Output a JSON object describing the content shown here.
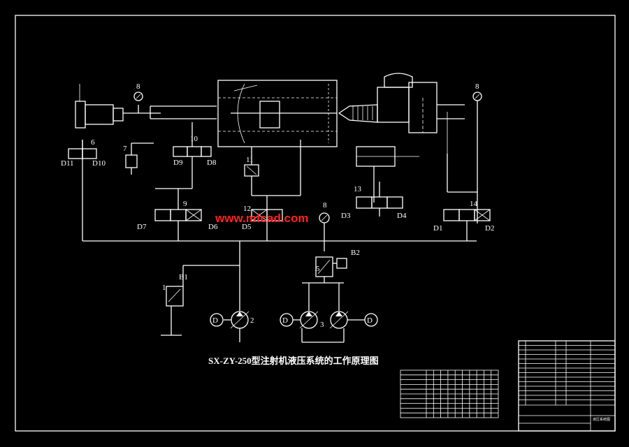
{
  "diagram": {
    "title": "SX-ZY-250型注射机液压系统的工作原理图",
    "watermark": "www.mfcad.com",
    "components": {
      "c1": "1",
      "c2": "2",
      "c3": "3",
      "c5": "5",
      "c6": "6",
      "c7": "7",
      "c8a": "8",
      "c8b": "8",
      "c8c": "8",
      "c9": "9",
      "c10": "10",
      "c11": "11",
      "c12": "12",
      "c13": "13",
      "c14": "14"
    },
    "solenoids": {
      "d1": "D1",
      "d2": "D2",
      "d3": "D3",
      "d4": "D4",
      "d5": "D5",
      "d6": "D6",
      "d7": "D7",
      "d8": "D8",
      "d9": "D9",
      "d10": "D10",
      "d11": "D11"
    },
    "pilots": {
      "b1": "B1",
      "b2": "B2"
    },
    "motors": {
      "m1": "D",
      "m2": "D",
      "m3": "D"
    },
    "title_block": {
      "drawing_name": "液压系统图"
    }
  },
  "colors": {
    "line": "#ffffff",
    "background": "#000000",
    "watermark": "#ff2020"
  }
}
